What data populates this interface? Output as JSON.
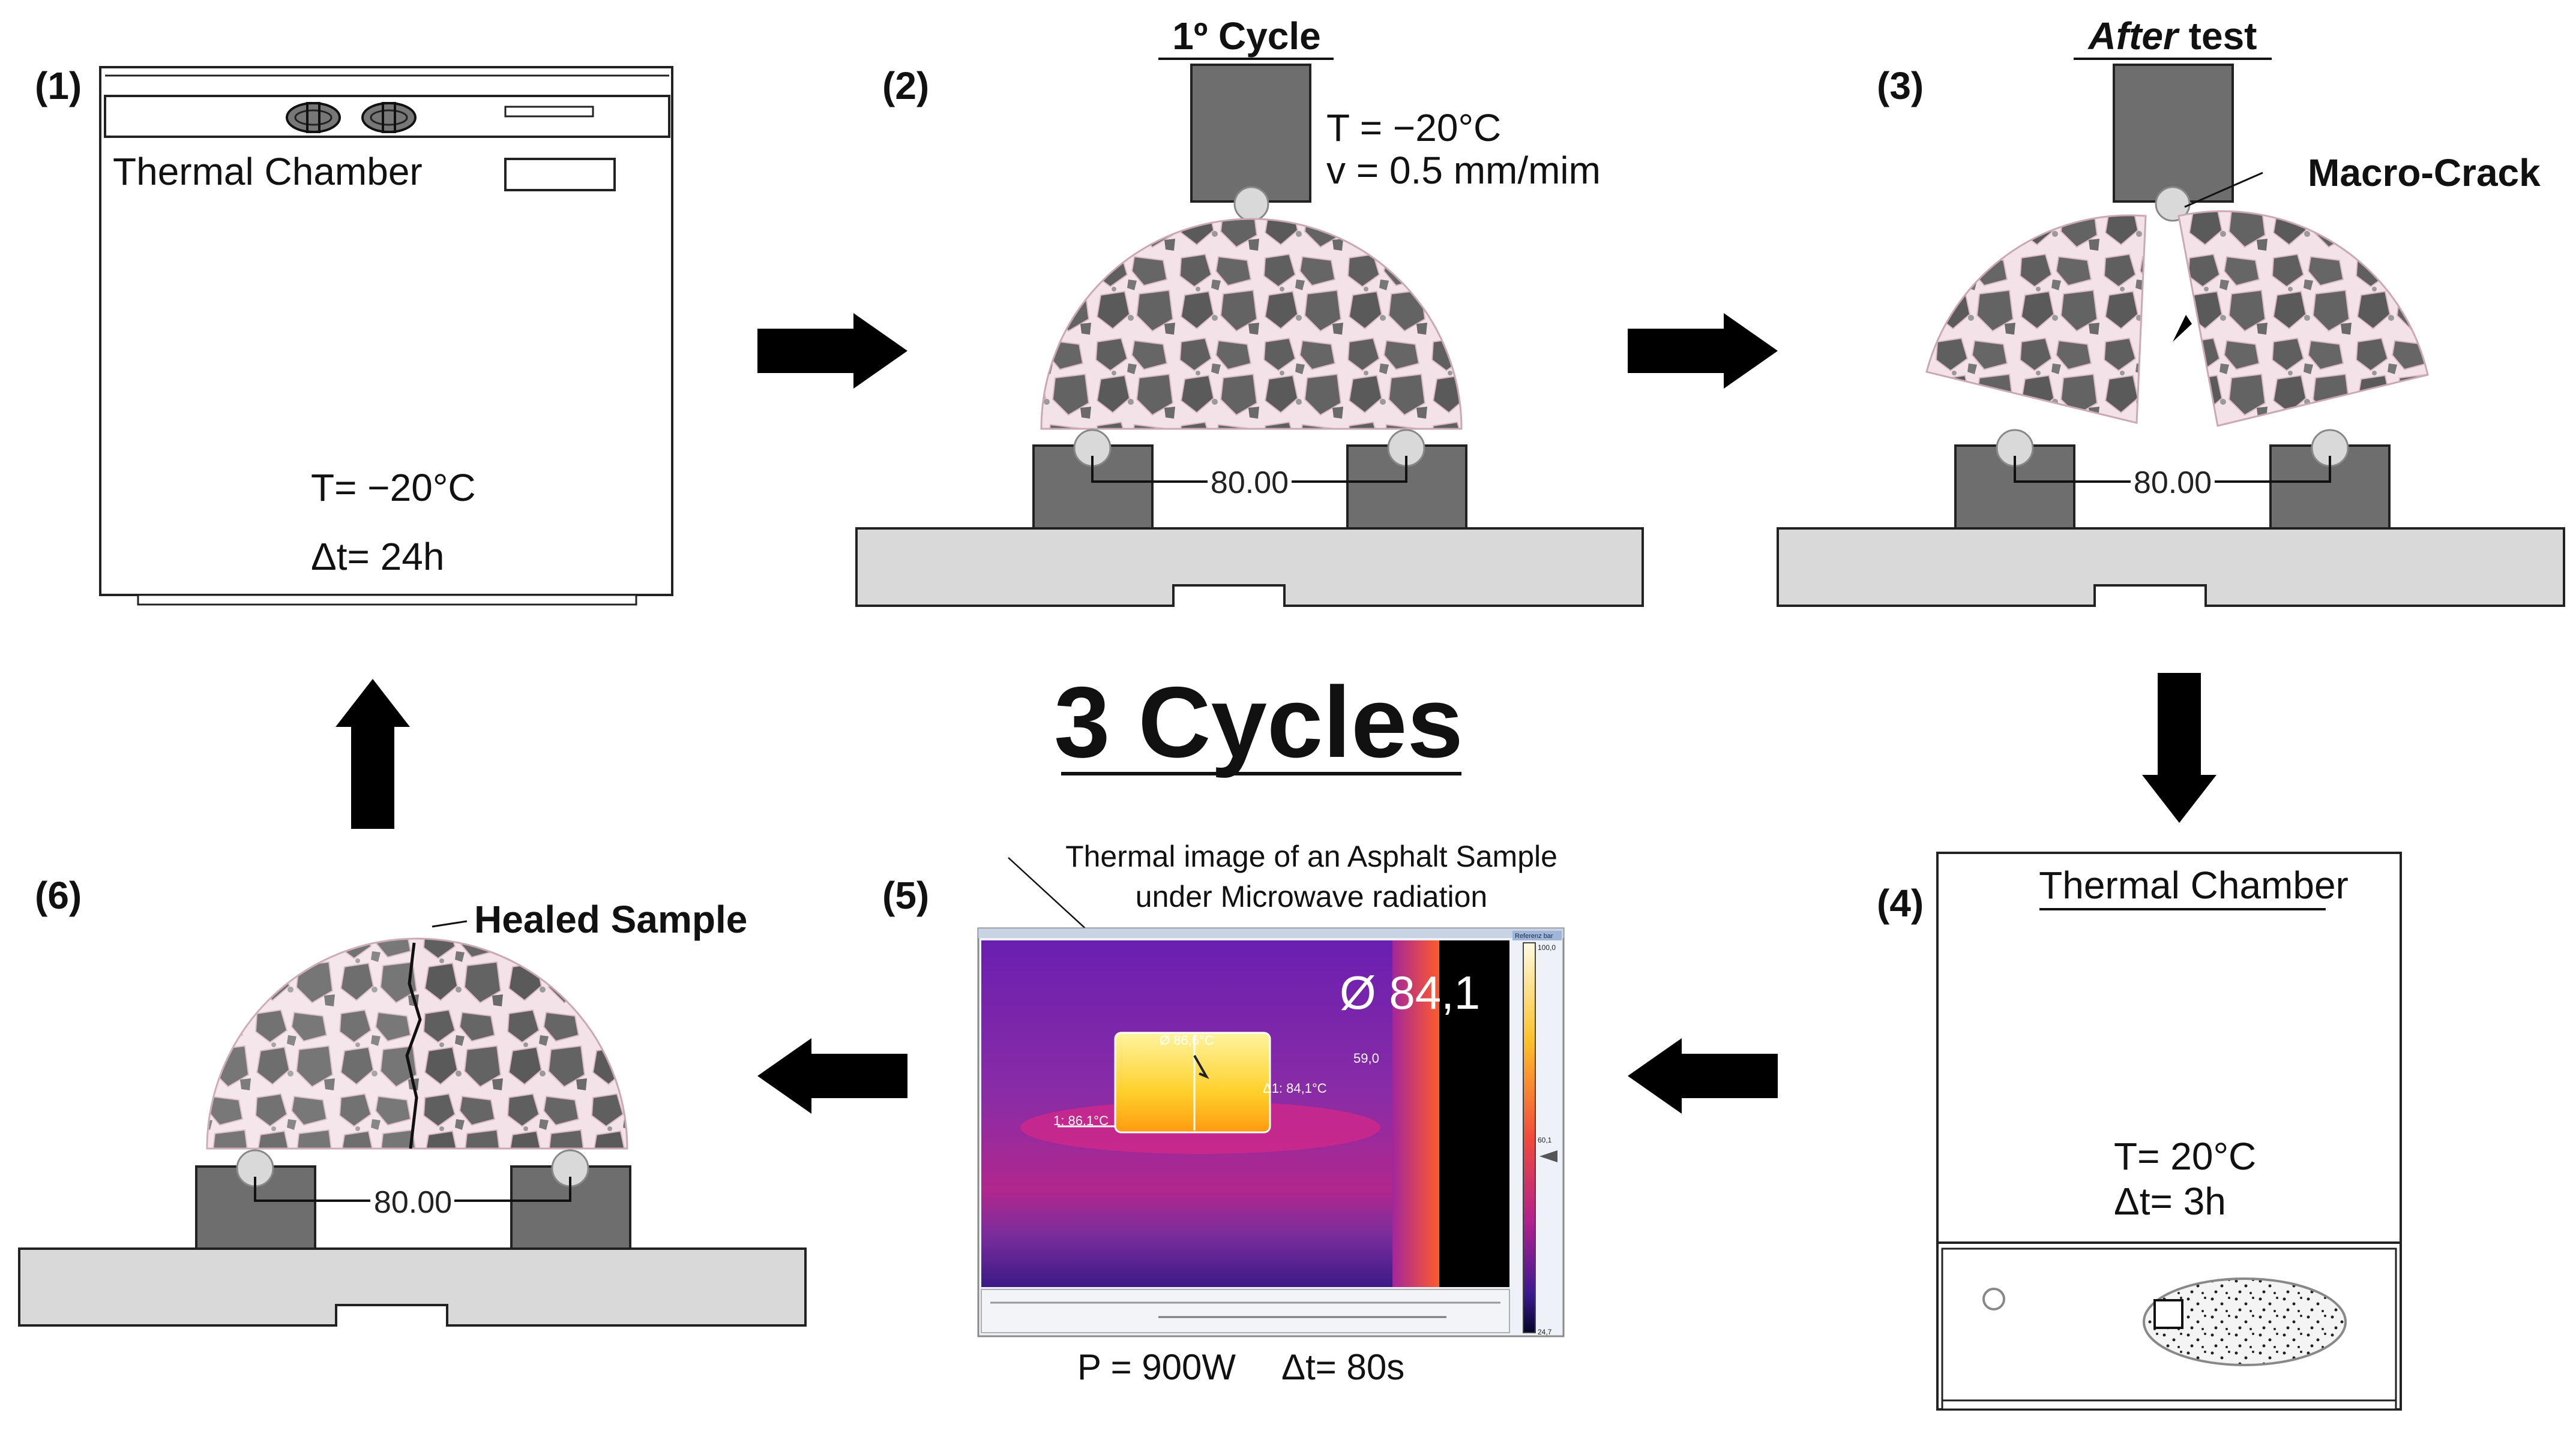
{
  "steps": {
    "s1": {
      "label": "(1)",
      "chamber_label": "Thermal Chamber",
      "temp": "T= −20°C",
      "time": "Δt= 24h"
    },
    "s2": {
      "label": "(2)",
      "title": "1º Cycle",
      "temp": "T =  −20°C",
      "speed": "v = 0.5 mm/mim",
      "span": "80.00"
    },
    "s3": {
      "label": "(3)",
      "title_italic": "After",
      "title_rest": " test",
      "crack": "Macro-Crack",
      "span": "80.00"
    },
    "s4": {
      "label": "(4)",
      "chamber_label": "Thermal Chamber",
      "temp": "T= 20°C",
      "time": "Δt= 3h"
    },
    "s5": {
      "label": "(5)",
      "caption_line1": "Thermal image of an Asphalt Sample",
      "caption_line2": "under Microwave radiation",
      "readout": "Ø 84,1",
      "spot_top": "Ø 86,6°C",
      "spot_left": "1: 86,1°C",
      "spot_right": "Δ1: 84,1°C",
      "spot_bg": "59,0",
      "scale_max": "100,0",
      "scale_mid": "60,1",
      "scale_min": "24,7",
      "scale_header": "Referenz bar",
      "power": "P = 900W",
      "time": "Δt= 80s"
    },
    "s6": {
      "label": "(6)",
      "title": "Healed Sample",
      "span": "80.00"
    }
  },
  "center_title": "3 Cycles",
  "colors": {
    "metal": "#6e6e6e",
    "base": "#d9d9d9",
    "aggregate": "#5f5f5f",
    "binder": "#f2e6ea",
    "arrow": "#000000"
  }
}
